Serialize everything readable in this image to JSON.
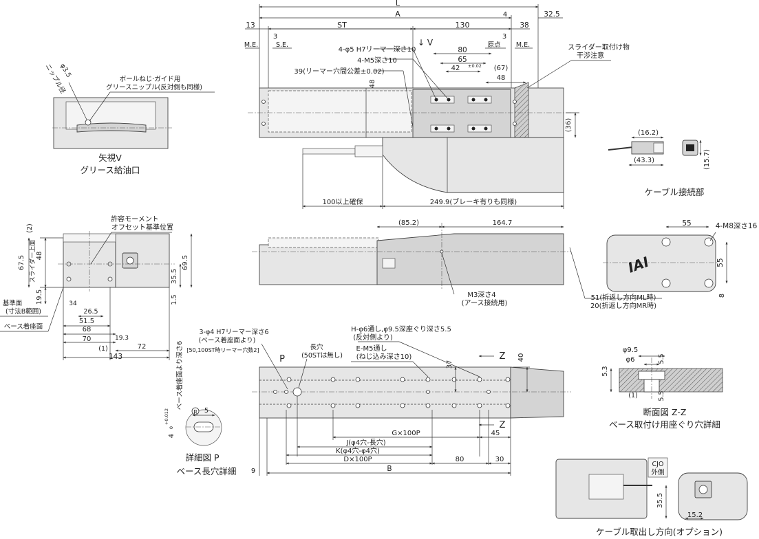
{
  "overall": {
    "L": "L",
    "A": "A",
    "d4": "4",
    "d32_5": "32.5",
    "d13": "13",
    "ST": "ST",
    "d130": "130",
    "d38": "38",
    "d3a": "3",
    "d3b": "3",
    "ME": "M.E.",
    "SE": "S.E.",
    "origin": "原点",
    "ME2": "M.E."
  },
  "top_view": {
    "reamer": "4-φ5 H7リーマー深さ10",
    "m5": "4-M5深さ10",
    "reamer_tol": "39(リーマー穴間公差±0.02)",
    "v_arrow": "↓ V",
    "d80": "80",
    "d65": "65",
    "d42": "42",
    "d42_tol": "±0.02",
    "d67": "(67)",
    "d48a": "48",
    "d48b": "48",
    "d36": "(36)",
    "slider_note1": "スライダー取付け物",
    "slider_note2": "干渉注意",
    "d100": "100以上確保",
    "d249": "249.9(ブレーキ有りも同様)"
  },
  "view_v": {
    "phi": "φ3.5",
    "nipple_hole": "ニップル径",
    "note1": "ボールねじ·ガイド用",
    "note2": "グリースニップル(反対側も同様)",
    "title1": "矢視V",
    "title2": "グリース給油口"
  },
  "cable_conn": {
    "d16_2": "(16.2)",
    "d43_3": "(43.3)",
    "d15_7": "(15.7)",
    "title": "ケーブル接続部"
  },
  "end_view": {
    "note1": "許容モーメント",
    "note2": "オフセット基準位置",
    "d2": "(2)",
    "d67_5": "67.5",
    "d48": "48",
    "slider_top": "スライダー上面",
    "d35_5": "35.5",
    "d69_5": "69.5",
    "d19_5": "19.5",
    "d1_5": "1.5",
    "ref_face": "基準面",
    "ref_range": "(寸法B範囲)",
    "base_face": "ベース着座面",
    "d34": "34",
    "d26_5": "26.5",
    "d51_5": "51.5",
    "d68": "68",
    "d70": "70",
    "d19_3": "19.3",
    "d1": "(1)",
    "d72": "72",
    "d143": "143"
  },
  "side_view": {
    "d85_2": "(85.2)",
    "d164_7": "164.7",
    "m3": "M3深さ4",
    "earth": "(アース接続用)",
    "d51": "51(折返し方向ML時)",
    "d20": "20(折返し方向MR時)"
  },
  "motor_end": {
    "d55a": "55",
    "m8": "4-M8深さ16",
    "d55b": "55",
    "d8": "8",
    "logo": "IAI"
  },
  "bottom_view": {
    "reamer6": "3-φ4 H7リーマー深さ6",
    "reamer6b": "(ベース着座面より)",
    "reamer6c": "[50,100ST時リーマー穴数2]",
    "long_hole": "長穴",
    "long_hole2": "(50STは無し)",
    "h_hole": "H-φ6通し,φ9.5深座ぐり深さ5.5",
    "h_hole2": "(反対側より)",
    "e_m5": "E-M5通し",
    "e_m5b": "(ねじ込み深さ10)",
    "P": "P",
    "Z1": "Z",
    "Z2": "Z",
    "d37": "37",
    "d40": "40",
    "G": "G×100P",
    "d45": "45",
    "J": "J(φ4穴-長穴)",
    "K": "K(φ4穴-φ4穴)",
    "D": "D×100P",
    "d80": "80",
    "d30": "30",
    "B": "B",
    "d9": "9"
  },
  "detail_p": {
    "depth": "ベース着座面より深さ6",
    "d4": "4",
    "tol": "+0.012",
    "tol0": "0",
    "d5": "5",
    "R": "R",
    "title1": "詳細図 P",
    "title2": "ベース長穴詳細"
  },
  "section_zz": {
    "phi9_5": "φ9.5",
    "phi6": "φ6",
    "d5_3": "5.3",
    "d5_5a": "5.5",
    "d5_5b": "5.5",
    "d1": "(1)",
    "title1": "断面図 Z-Z",
    "title2": "ベース取付け用座ぐり穴詳細"
  },
  "cable_dir": {
    "cjo1": "CJO",
    "cjo2": "外側",
    "d35_5": "35.5",
    "d15_2": "15.2",
    "title": "ケーブル取出し方向(オプション)"
  }
}
